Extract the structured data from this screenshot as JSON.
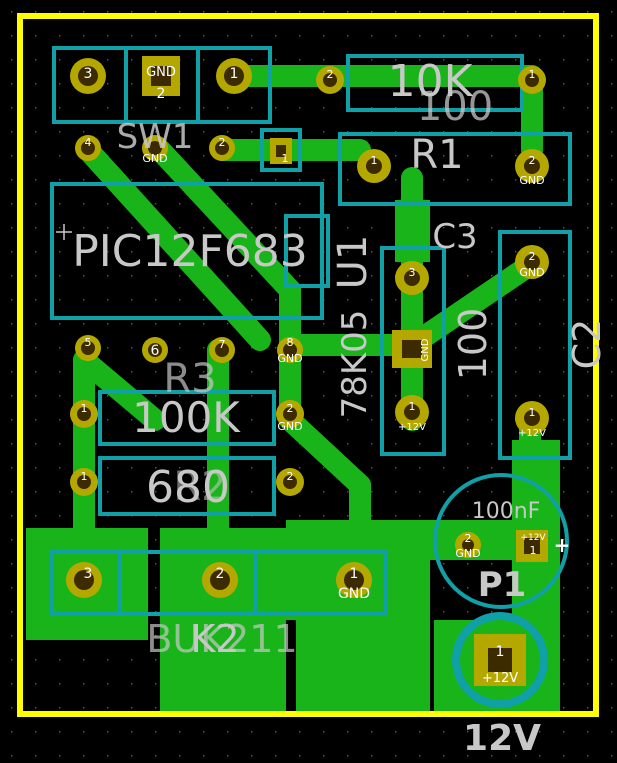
{
  "colors": {
    "background": "#000000",
    "outline": "#ffff00",
    "copper": "#19b419",
    "fab": "#0fa0a8",
    "pad": "#b4a800",
    "silk": "#c8c8c8",
    "hole": "#3c2a00"
  },
  "board": {
    "grid_spacing_note": "dotted placement grid",
    "refs": {
      "sw1": "SW1",
      "r1": "R1",
      "r1_value": "10K",
      "r1_overlay": "100",
      "c3": "C3",
      "c3_value": "100",
      "u1": "U1",
      "u1_chip": "PIC12F683",
      "reg": "78K05",
      "reg_overlay": "U1",
      "c2": "C2",
      "r3": "R3",
      "r3_value": "100K",
      "r2_value": "680",
      "r2_overlay": "R2",
      "p1": "P1",
      "p1_value": "100nF",
      "k2": "K2",
      "k2_overlay": "BUK211",
      "conn_12v": "12V"
    },
    "pads": {
      "sw_3": "3",
      "sw_gnd": "GND",
      "sw_2": "2",
      "sw_1": "1",
      "sw_4": "4",
      "sw_2b": "2",
      "n1": "1",
      "pic_5": "5",
      "pic_6": "6",
      "pic_7": "7",
      "pic_8": "8",
      "r_1": "1",
      "r_2": "2",
      "c3_1": "1",
      "c3_2": "2",
      "reg_3": "3",
      "reg_1": "1",
      "c2_2": "2",
      "c2_1": "1",
      "k_3": "3",
      "k_2": "2",
      "k_1": "1",
      "p1_2": "2",
      "p1_1": "1",
      "gnd": "GND",
      "v12": "+12V",
      "conn_1": "1",
      "plus": "+"
    }
  }
}
